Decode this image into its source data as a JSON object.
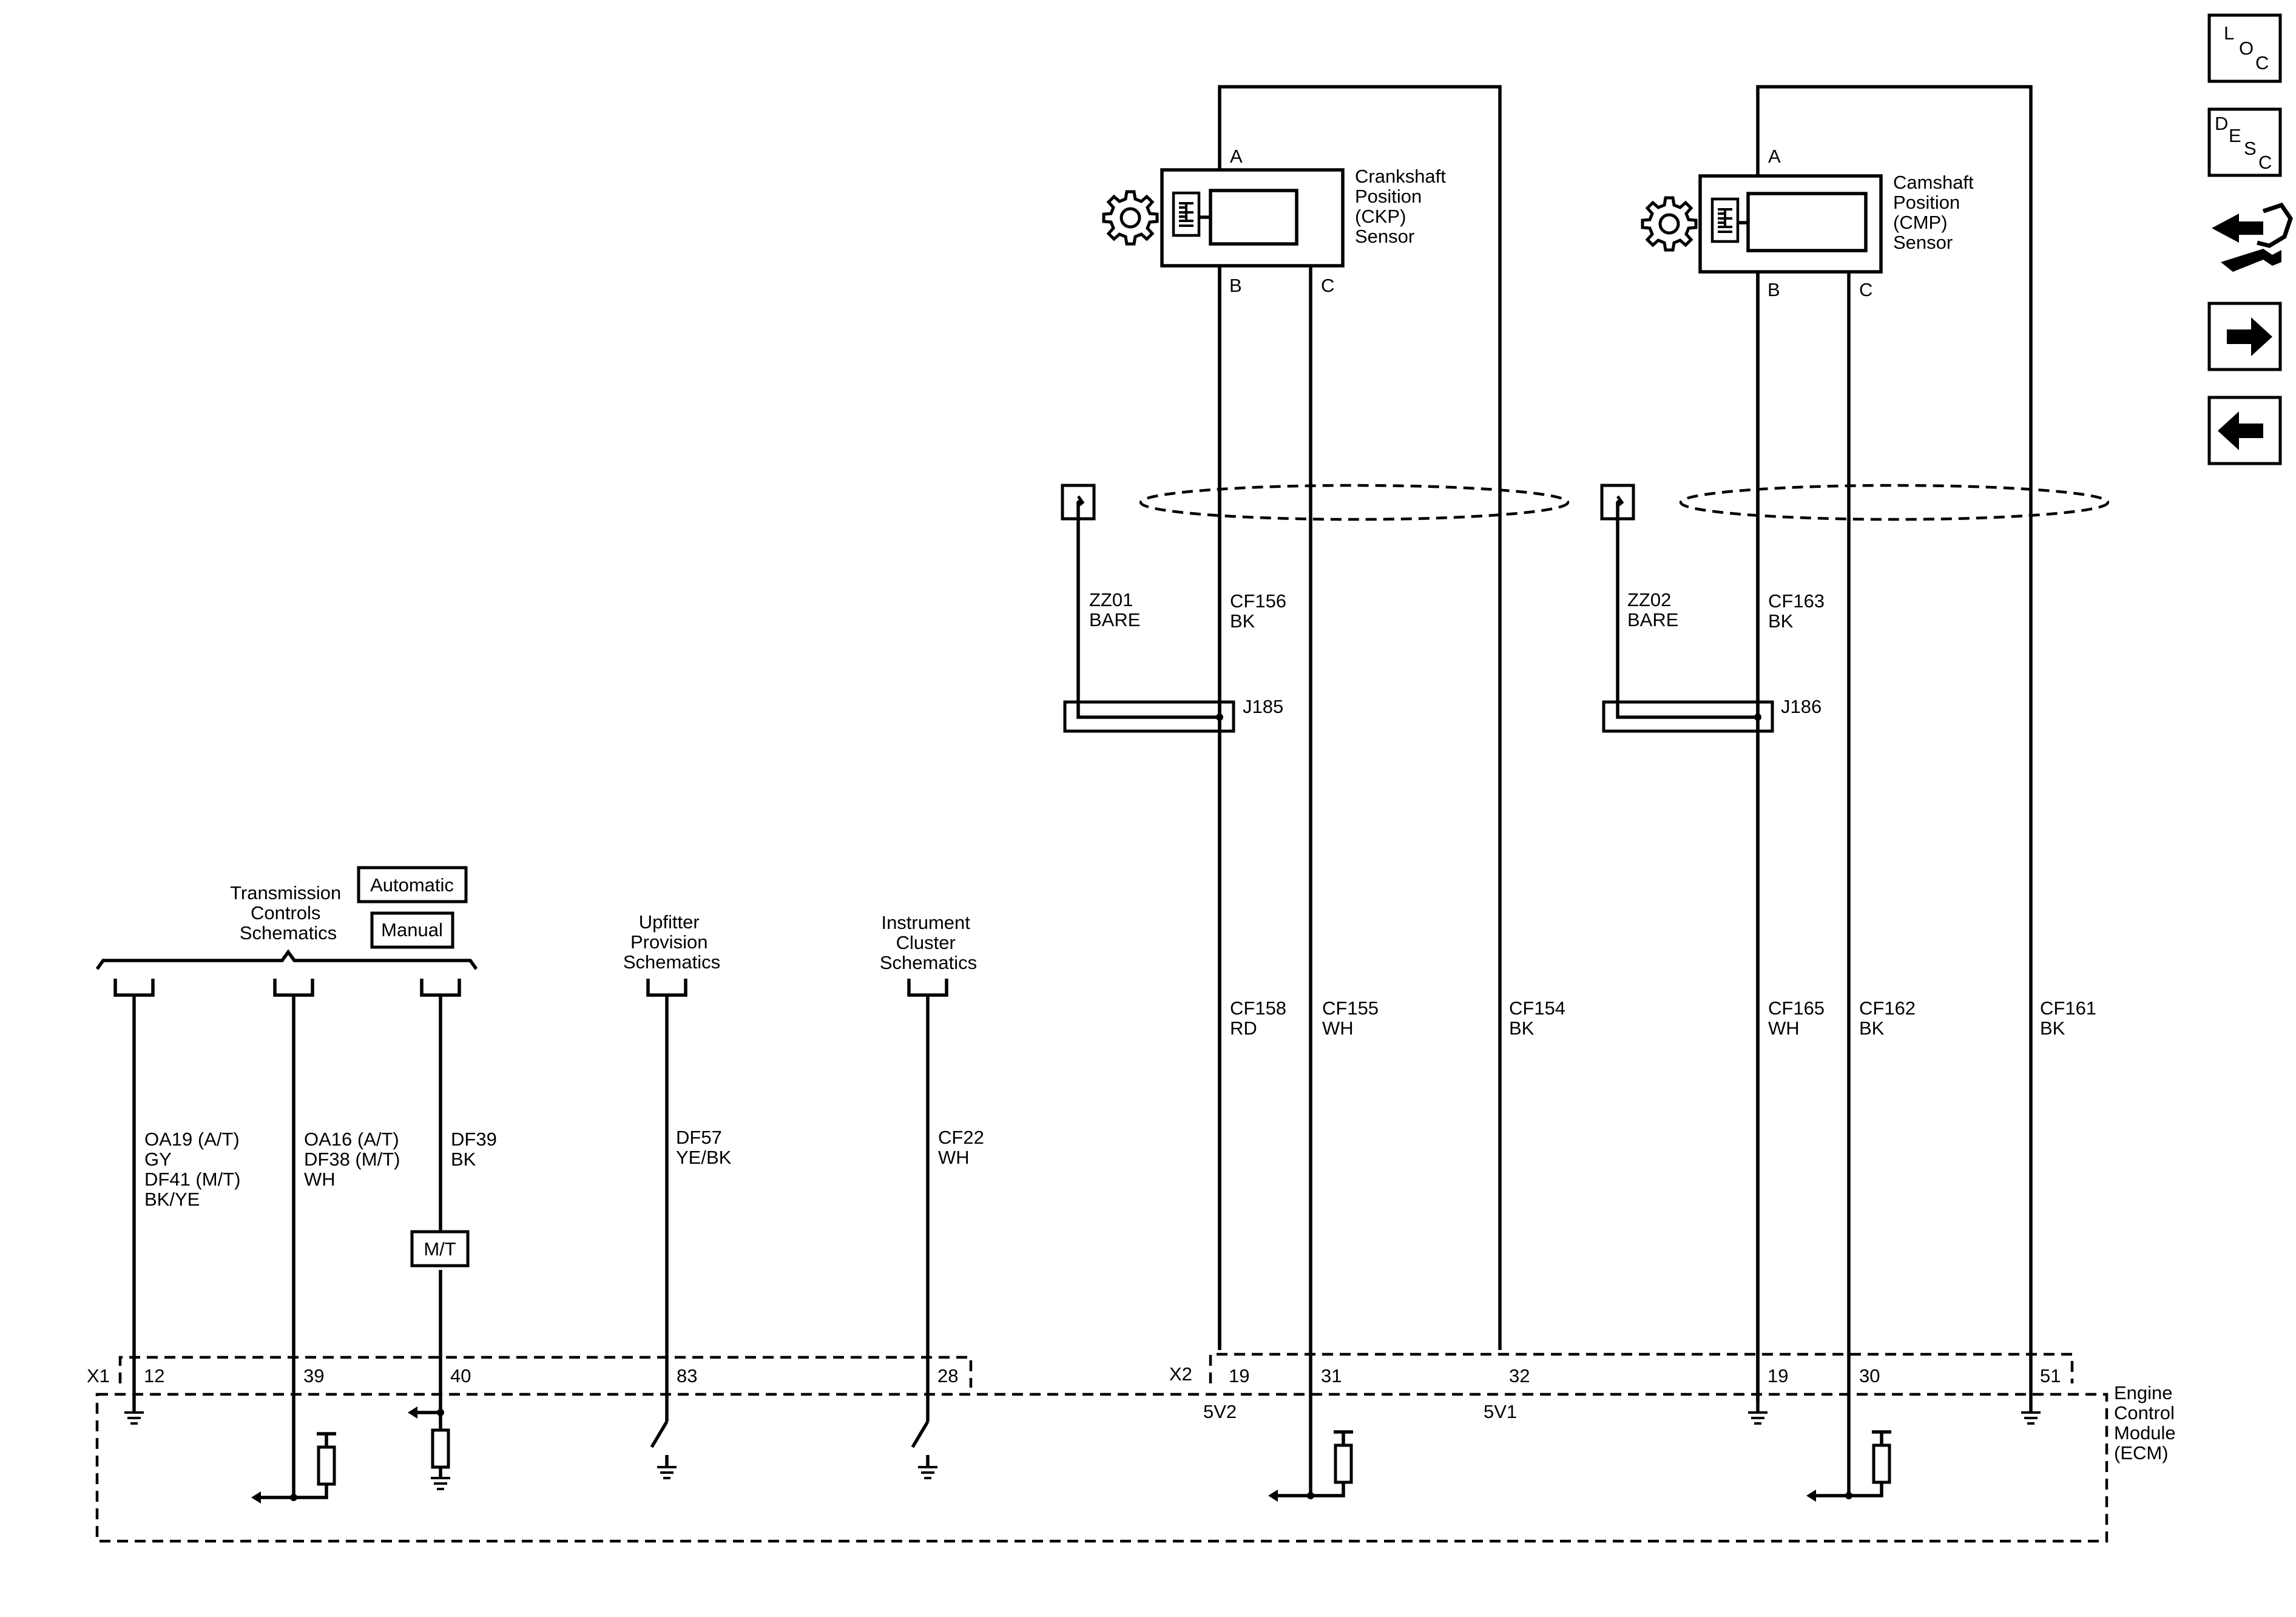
{
  "sensors": {
    "ckp": {
      "name_lines": [
        "Crankshaft",
        "Position",
        "(CKP)",
        "Sensor"
      ],
      "pin_a": "A",
      "pin_b": "B",
      "pin_c": "C"
    },
    "cmp": {
      "name_lines": [
        "Camshaft",
        "Position",
        "(CMP)",
        "Sensor"
      ],
      "pin_a": "A",
      "pin_b": "B",
      "pin_c": "C"
    }
  },
  "shields": {
    "ckp": {
      "drain_line": [
        "ZZ01",
        "BARE"
      ],
      "splice": "J185"
    },
    "cmp": {
      "drain_line": [
        "ZZ02",
        "BARE"
      ],
      "splice": "J186"
    }
  },
  "wires": {
    "cf156": [
      "CF156",
      "BK"
    ],
    "cf163": [
      "CF163",
      "BK"
    ],
    "cf158": [
      "CF158",
      "RD"
    ],
    "cf155": [
      "CF155",
      "WH"
    ],
    "cf154": [
      "CF154",
      "BK"
    ],
    "cf165": [
      "CF165",
      "WH"
    ],
    "cf162": [
      "CF162",
      "BK"
    ],
    "cf161": [
      "CF161",
      "BK"
    ],
    "oa19": [
      "OA19 (A/T)",
      "GY",
      "DF41 (M/T)",
      "BK/YE"
    ],
    "oa16": [
      "OA16 (A/T)",
      "DF38 (M/T)",
      "WH"
    ],
    "df39": [
      "DF39",
      "BK"
    ],
    "df57": [
      "DF57",
      "YE/BK"
    ],
    "cf22": [
      "CF22",
      "WH"
    ]
  },
  "references": {
    "transmission": [
      "Transmission",
      "Controls",
      "Schematics"
    ],
    "automatic_option": "Automatic",
    "manual_option": "Manual",
    "upfitter": [
      "Upfitter",
      "Provision",
      "Schematics"
    ],
    "instrument": [
      "Instrument",
      "Cluster",
      "Schematics"
    ],
    "mt_option": "M/T"
  },
  "connectors": {
    "x1": {
      "label": "X1",
      "pins": [
        "12",
        "39",
        "40",
        "83",
        "28"
      ]
    },
    "x2": {
      "label": "X2",
      "pins": [
        "19",
        "31",
        "32",
        "19",
        "30",
        "51"
      ]
    }
  },
  "ecm": {
    "name_lines": [
      "Engine",
      "Control",
      "Module",
      "(ECM)"
    ],
    "ref_5v2": "5V2",
    "ref_5v1": "5V1"
  },
  "nav": {
    "loc": [
      "L",
      "O",
      "C"
    ],
    "desc": [
      "D",
      "E",
      "S",
      "C"
    ],
    "icons": [
      "connector-wrench-icon",
      "arrow-right-icon",
      "arrow-left-icon"
    ]
  }
}
